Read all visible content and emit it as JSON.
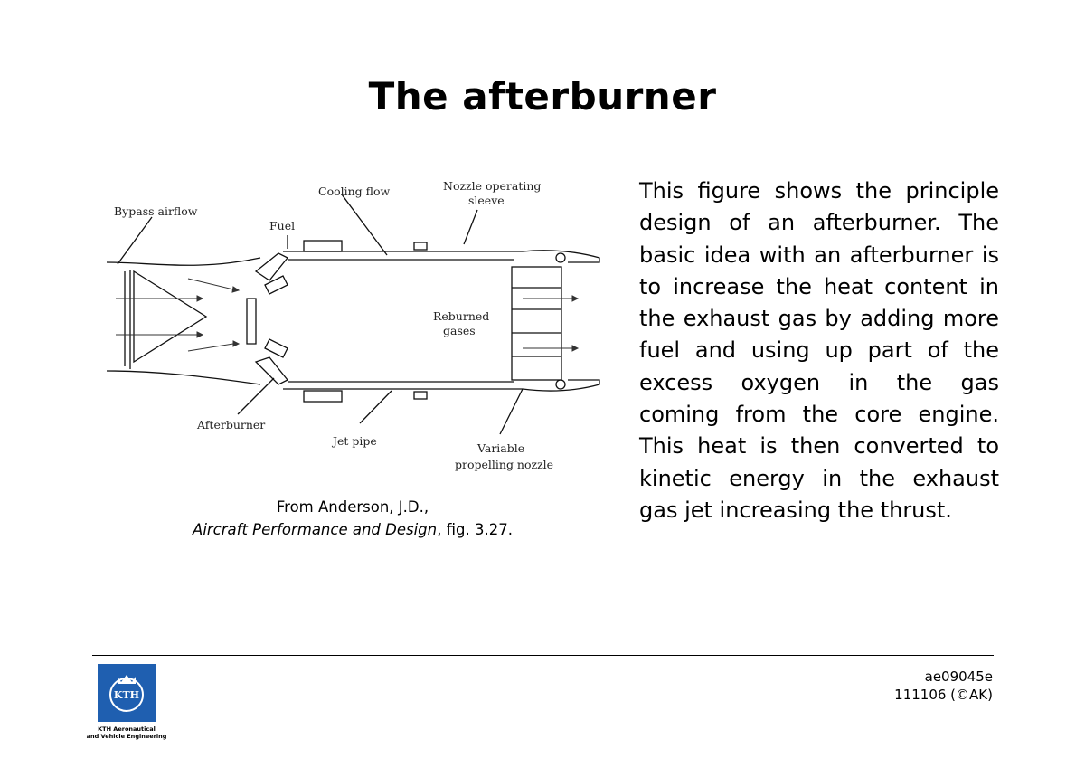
{
  "slide": {
    "title": "The afterburner",
    "body": "This figure shows the principle design of an afterburner. The basic idea with an afterburner is to increase the heat content in the exhaust gas by adding more fuel and using up part of the excess oxygen in the gas coming from the core engine. This heat is then converted to kinetic energy in the exhaust gas jet increasing the thrust."
  },
  "figure": {
    "labels": {
      "bypass_airflow": "Bypass airflow",
      "fuel": "Fuel",
      "cooling_flow": "Cooling flow",
      "nozzle_sleeve_1": "Nozzle operating",
      "nozzle_sleeve_2": "sleeve",
      "reburned_1": "Reburned",
      "reburned_2": "gases",
      "afterburner": "Afterburner",
      "jet_pipe": "Jet pipe",
      "variable_1": "Variable",
      "variable_2": "propelling nozzle"
    },
    "caption_line1": "From Anderson, J.D.,",
    "caption_italic": "Aircraft Performance and Design",
    "caption_tail": ", fig. 3.27."
  },
  "footer": {
    "code": "ae09045e",
    "date": "111106 (©AK)",
    "logo_text": "KTH",
    "logo_sub_1": "KTH Aeronautical",
    "logo_sub_2": "and Vehicle Engineering",
    "logo_color": "#1f5fb0"
  }
}
